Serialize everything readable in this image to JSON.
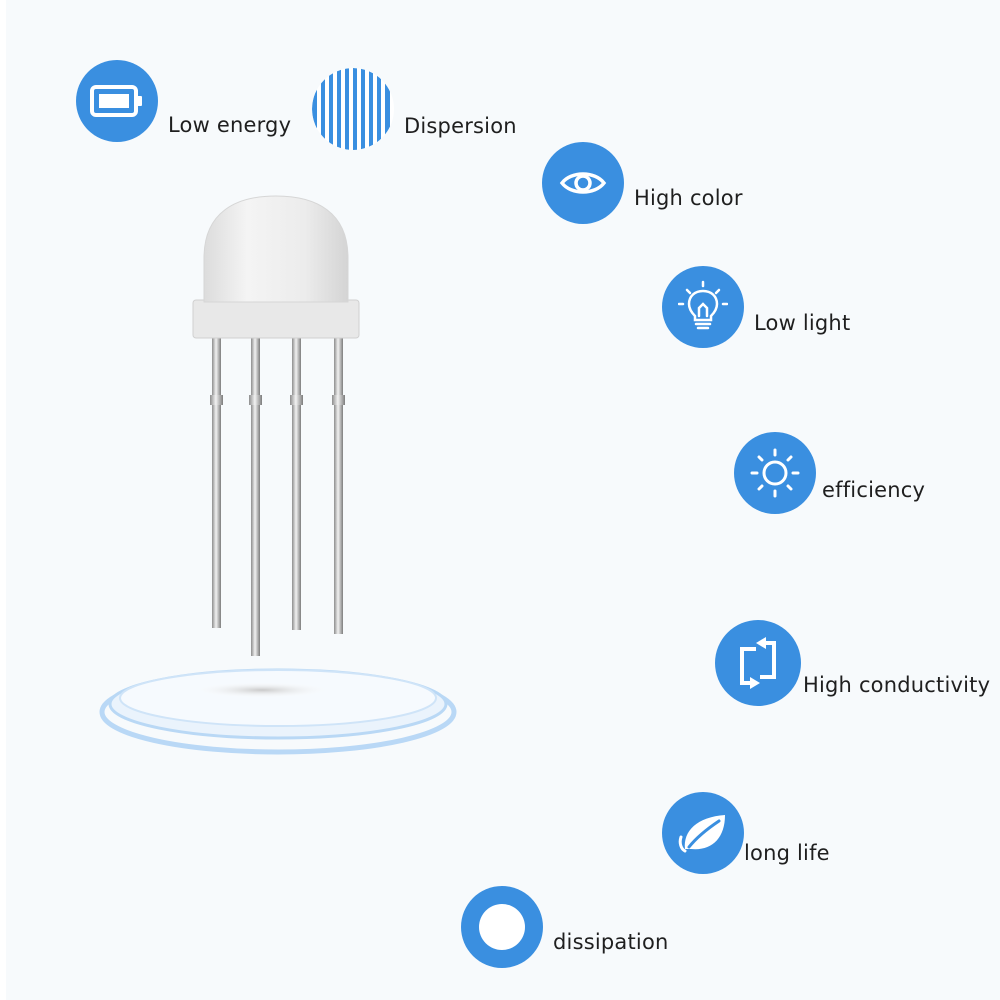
{
  "accent_color": "#3a8fe0",
  "features": [
    {
      "icon": "battery-icon",
      "label": "Low energy"
    },
    {
      "icon": "vertical-lines-icon",
      "label": "Dispersion"
    },
    {
      "icon": "eye-icon",
      "label": "High color"
    },
    {
      "icon": "light-bulb-icon",
      "label": "Low light"
    },
    {
      "icon": "sun-icon",
      "label": "efficiency"
    },
    {
      "icon": "refresh-arrows-icon",
      "label": "High conductivity"
    },
    {
      "icon": "leaf-icon",
      "label": "long life"
    },
    {
      "icon": "ring-icon",
      "label": "dissipation"
    }
  ]
}
